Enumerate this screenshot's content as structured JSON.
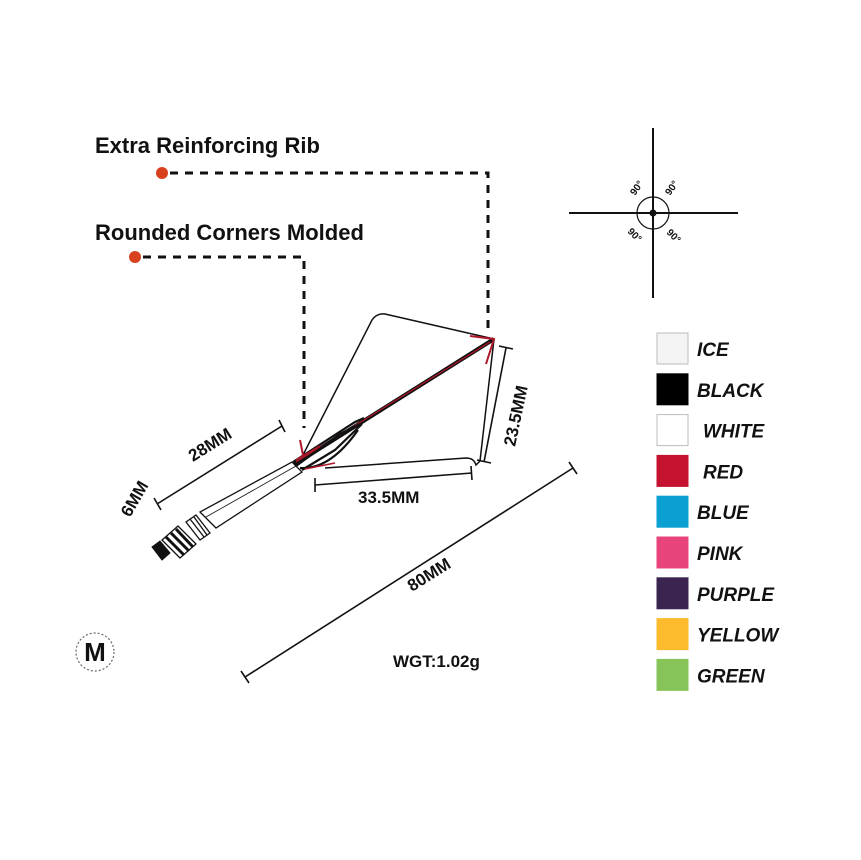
{
  "callouts": {
    "rib": "Extra Reinforcing Rib",
    "corners": "Rounded Corners Molded"
  },
  "dimensions": {
    "stem": "28MM",
    "thread": "6MM",
    "wing_length": "33.5MM",
    "wing_height": "23.5MM",
    "overall": "80MM"
  },
  "angles": [
    "90°",
    "90°",
    "90°",
    "90°"
  ],
  "weight": "WGT:1.02g",
  "size_badge": "M",
  "colors": {
    "accent_dot": "#d9411e",
    "rib_accent": "#b0182a"
  },
  "swatches": [
    {
      "label": "ICE",
      "color": "#f4f4f4"
    },
    {
      "label": "BLACK",
      "color": "#000000"
    },
    {
      "label": "WHITE",
      "color": "#ffffff"
    },
    {
      "label": "RED",
      "color": "#c4122f"
    },
    {
      "label": "BLUE",
      "color": "#0aa0d2"
    },
    {
      "label": "PINK",
      "color": "#e8447c"
    },
    {
      "label": "PURPLE",
      "color": "#3b2550"
    },
    {
      "label": "YELLOW",
      "color": "#fbbb2c"
    },
    {
      "label": "GREEN",
      "color": "#86c45a"
    }
  ]
}
